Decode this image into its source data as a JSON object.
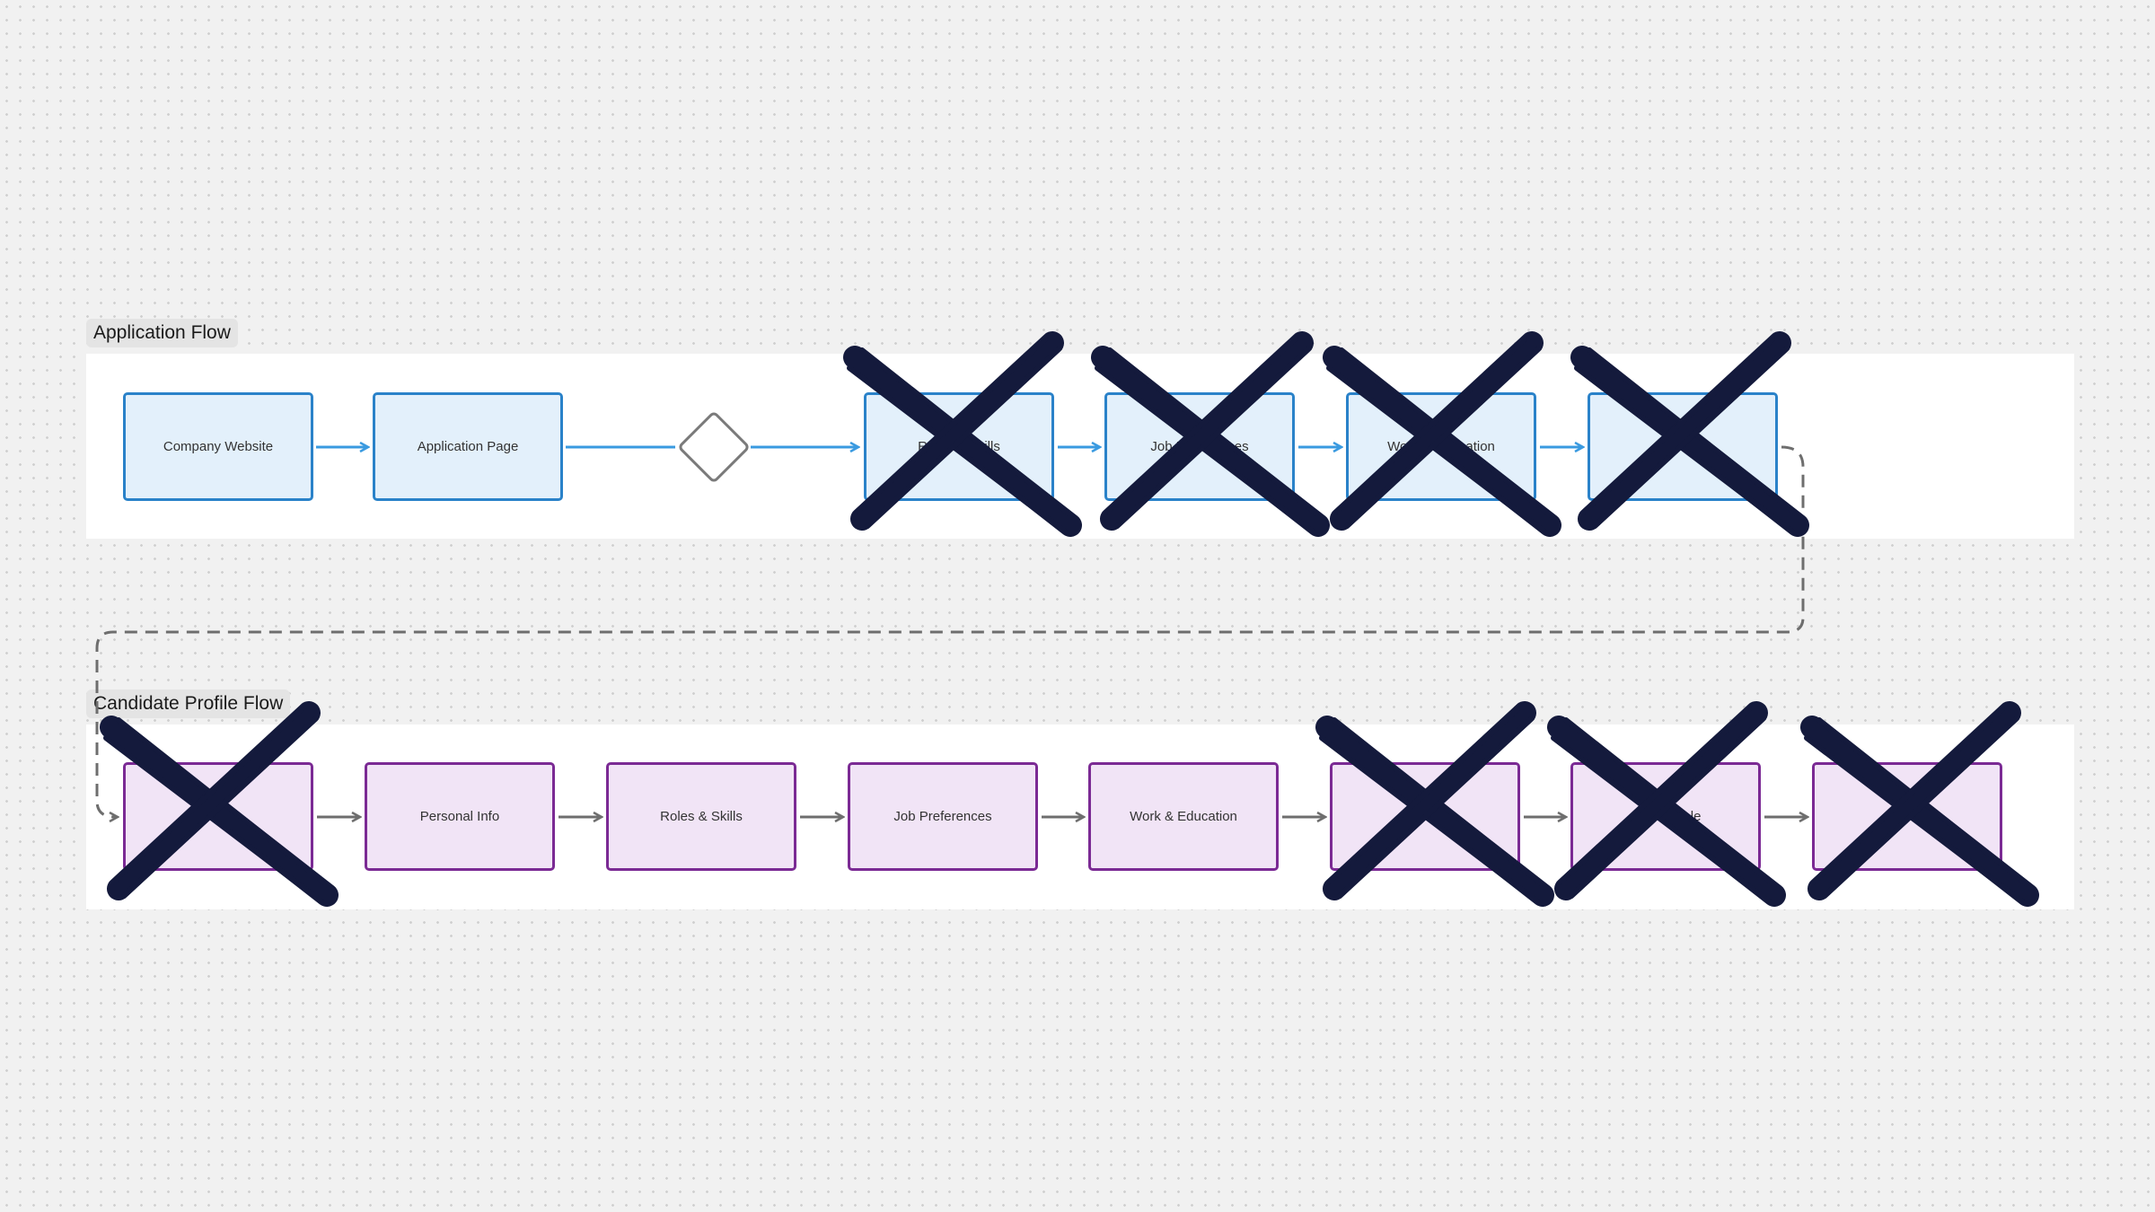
{
  "application_flow": {
    "label": "Application Flow",
    "nodes": [
      {
        "label": "Company Website",
        "crossed": false
      },
      {
        "label": "Application Page",
        "crossed": false
      },
      {
        "label": "Roles & Skills",
        "crossed": true
      },
      {
        "label": "Job Preferences",
        "crossed": true
      },
      {
        "label": "Work & Education",
        "crossed": true
      },
      {
        "label": "",
        "crossed": true
      }
    ]
  },
  "candidate_profile_flow": {
    "label": "Candidate Profile Flow",
    "nodes": [
      {
        "label": "",
        "crossed": true
      },
      {
        "label": "Personal Info",
        "crossed": false
      },
      {
        "label": "Roles & Skills",
        "crossed": false
      },
      {
        "label": "Job Preferences",
        "crossed": false
      },
      {
        "label": "Work & Education",
        "crossed": false
      },
      {
        "label": "",
        "crossed": true
      },
      {
        "label": "Role",
        "crossed": true
      },
      {
        "label": "",
        "crossed": true
      }
    ]
  },
  "colors": {
    "app_border": "#2a82c9",
    "app_fill": "#e3f0fb",
    "profile_border": "#7b2a94",
    "profile_fill": "#f1e4f6",
    "cross_mark": "#141a3c",
    "app_arrow": "#3a9ae0",
    "profile_arrow": "#6e6e6e"
  }
}
